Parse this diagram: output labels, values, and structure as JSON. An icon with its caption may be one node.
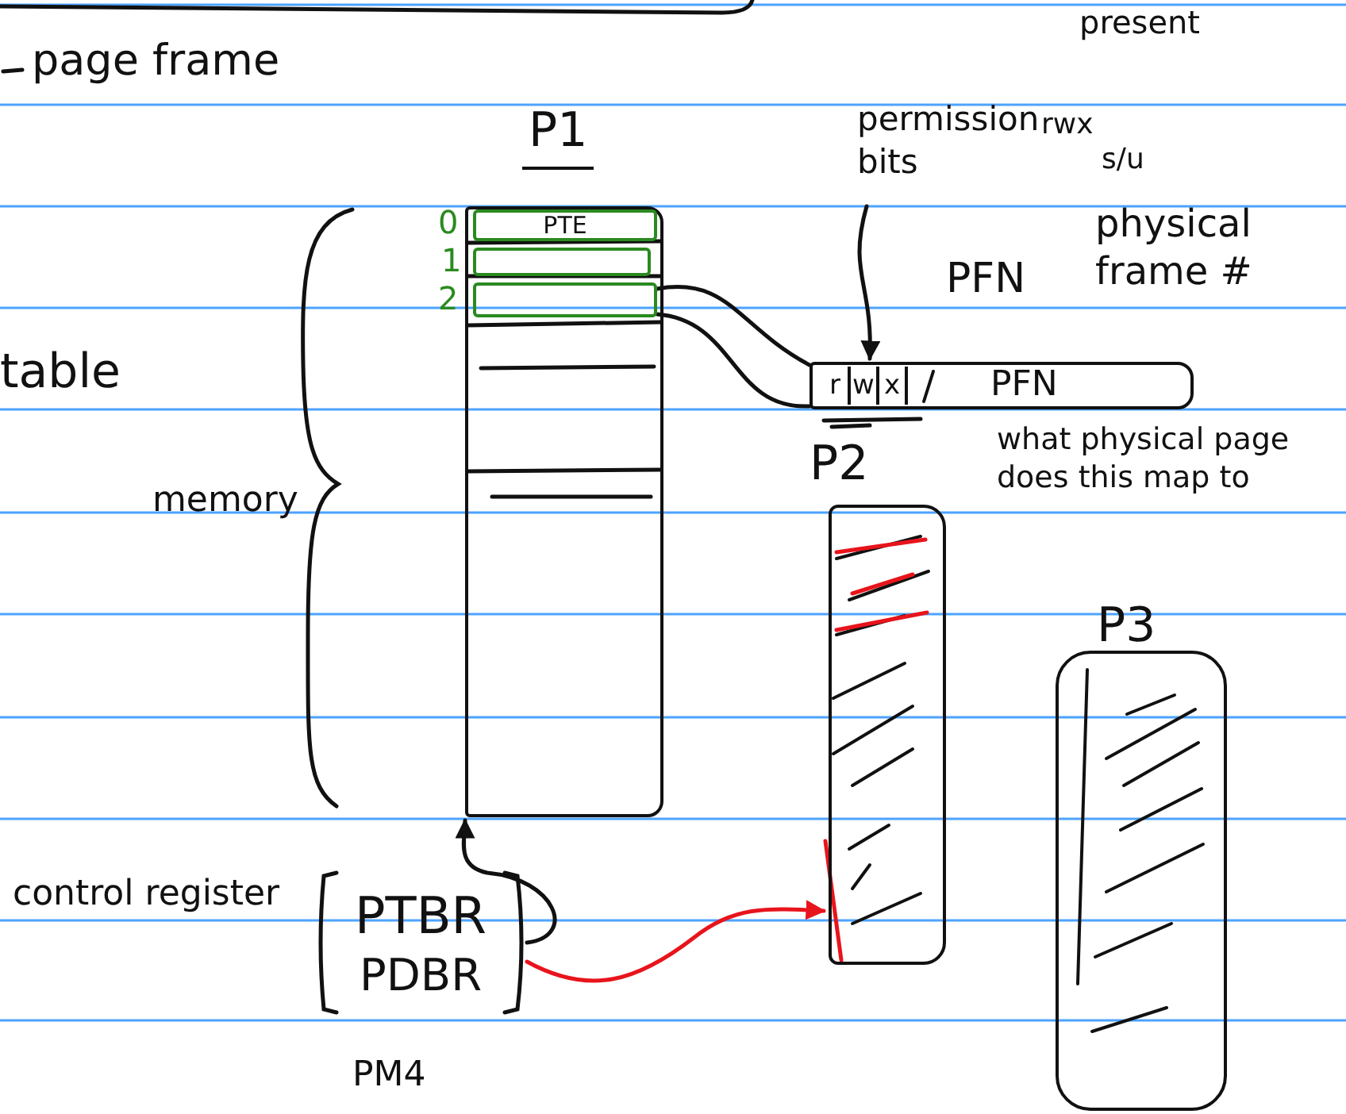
{
  "diagram": {
    "nodes": [
      {
        "text": [
          "P1"
        ]
      },
      {
        "text": [
          "PTE"
        ],
        "in": 0,
        "beside": [
          "0"
        ]
      },
      {
        "text": [],
        "shape": "box",
        "in": 0,
        "beside": [
          "1"
        ]
      },
      {
        "text": [],
        "shape": "box",
        "in": 0,
        "beside": [
          "2"
        ]
      },
      {
        "text": [
          "r",
          "w",
          "x",
          "PFN"
        ]
      },
      {
        "text": [
          "P2"
        ]
      },
      {
        "text": [
          "P3"
        ]
      },
      {
        "text": [
          "PTBR",
          "PDBR"
        ]
      },
      {
        "text": [
          "permission bits"
        ]
      }
    ],
    "edges": [
      {
        "from": 3,
        "to": 4,
        "arrow": "none"
      },
      {
        "from": 3,
        "to": 4,
        "arrow": "none"
      },
      {
        "from": 8,
        "to": 4,
        "arrow": "to"
      },
      {
        "from": 7,
        "to": 0,
        "arrow": "to"
      },
      {
        "from": 7,
        "to": 5,
        "arrow": "to",
        "color": "#e8141c"
      }
    ],
    "labels": [
      "page frame",
      "table",
      "memory",
      "present",
      "rwx",
      "s/u",
      "PFN",
      "physical frame #",
      "what physical page does this map to",
      "control register",
      "PM4"
    ]
  }
}
